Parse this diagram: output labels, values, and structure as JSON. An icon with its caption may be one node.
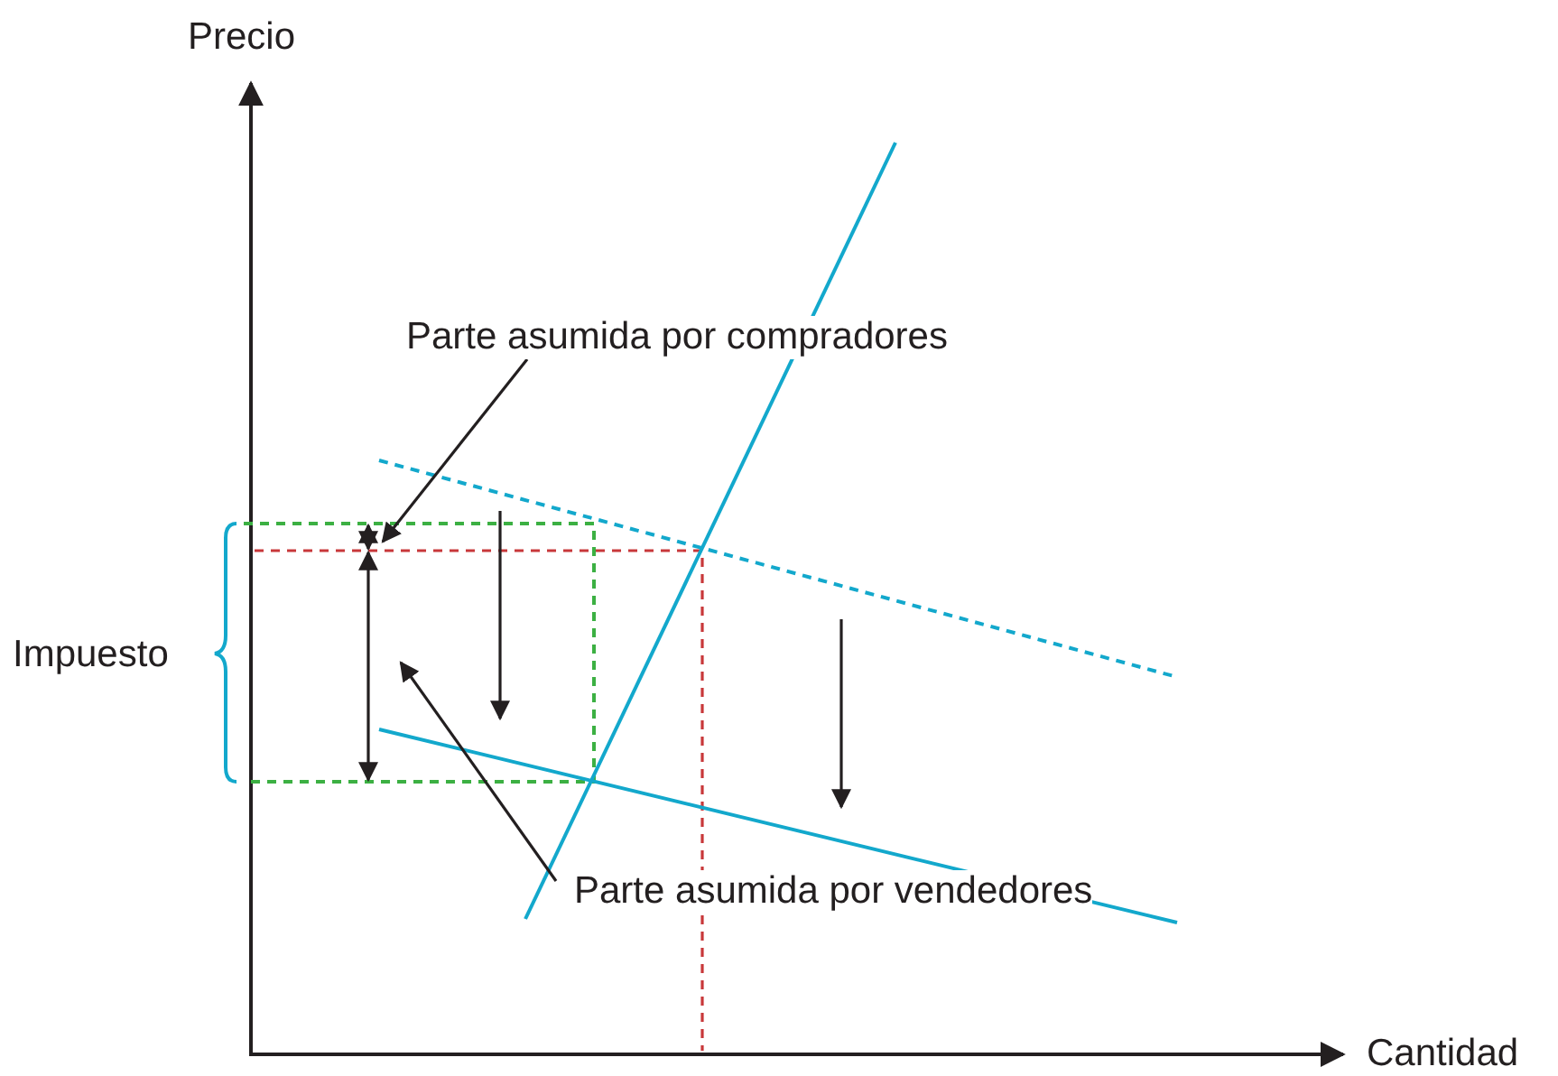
{
  "diagram": {
    "nodes": [
      {
        "text": [
          "Parte asumida por compradores"
        ]
      },
      {
        "text": [],
        "shape": "bar"
      },
      {
        "text": [
          "Parte asumida por vendedores"
        ]
      },
      {
        "text": [],
        "shape": "bar"
      }
    ],
    "edges": [
      {
        "from": 0,
        "to": 1,
        "arrow": "to"
      },
      {
        "from": 2,
        "to": 3,
        "arrow": "to"
      }
    ],
    "labels": [
      "Precio",
      "Impuesto",
      "Cantidad"
    ]
  }
}
